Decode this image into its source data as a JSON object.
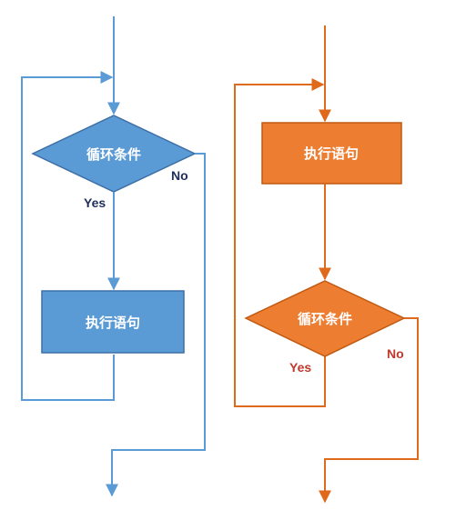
{
  "left": {
    "color": "#5b9bd5",
    "shape_fill": "#5b9bd5",
    "shape_stroke": "#3d6fa6",
    "condition_label": "循环条件",
    "statement_label": "执行语句",
    "yes_label": "Yes",
    "no_label": "No",
    "yes_color": "#1f2d5c",
    "no_color": "#1f2d5c"
  },
  "right": {
    "color": "#e06a1b",
    "shape_fill": "#ed7d31",
    "shape_stroke": "#c05a12",
    "statement_label": "执行语句",
    "condition_label": "循环条件",
    "yes_label": "Yes",
    "no_label": "No",
    "yes_color": "#c0392b",
    "no_color": "#c0392b"
  }
}
